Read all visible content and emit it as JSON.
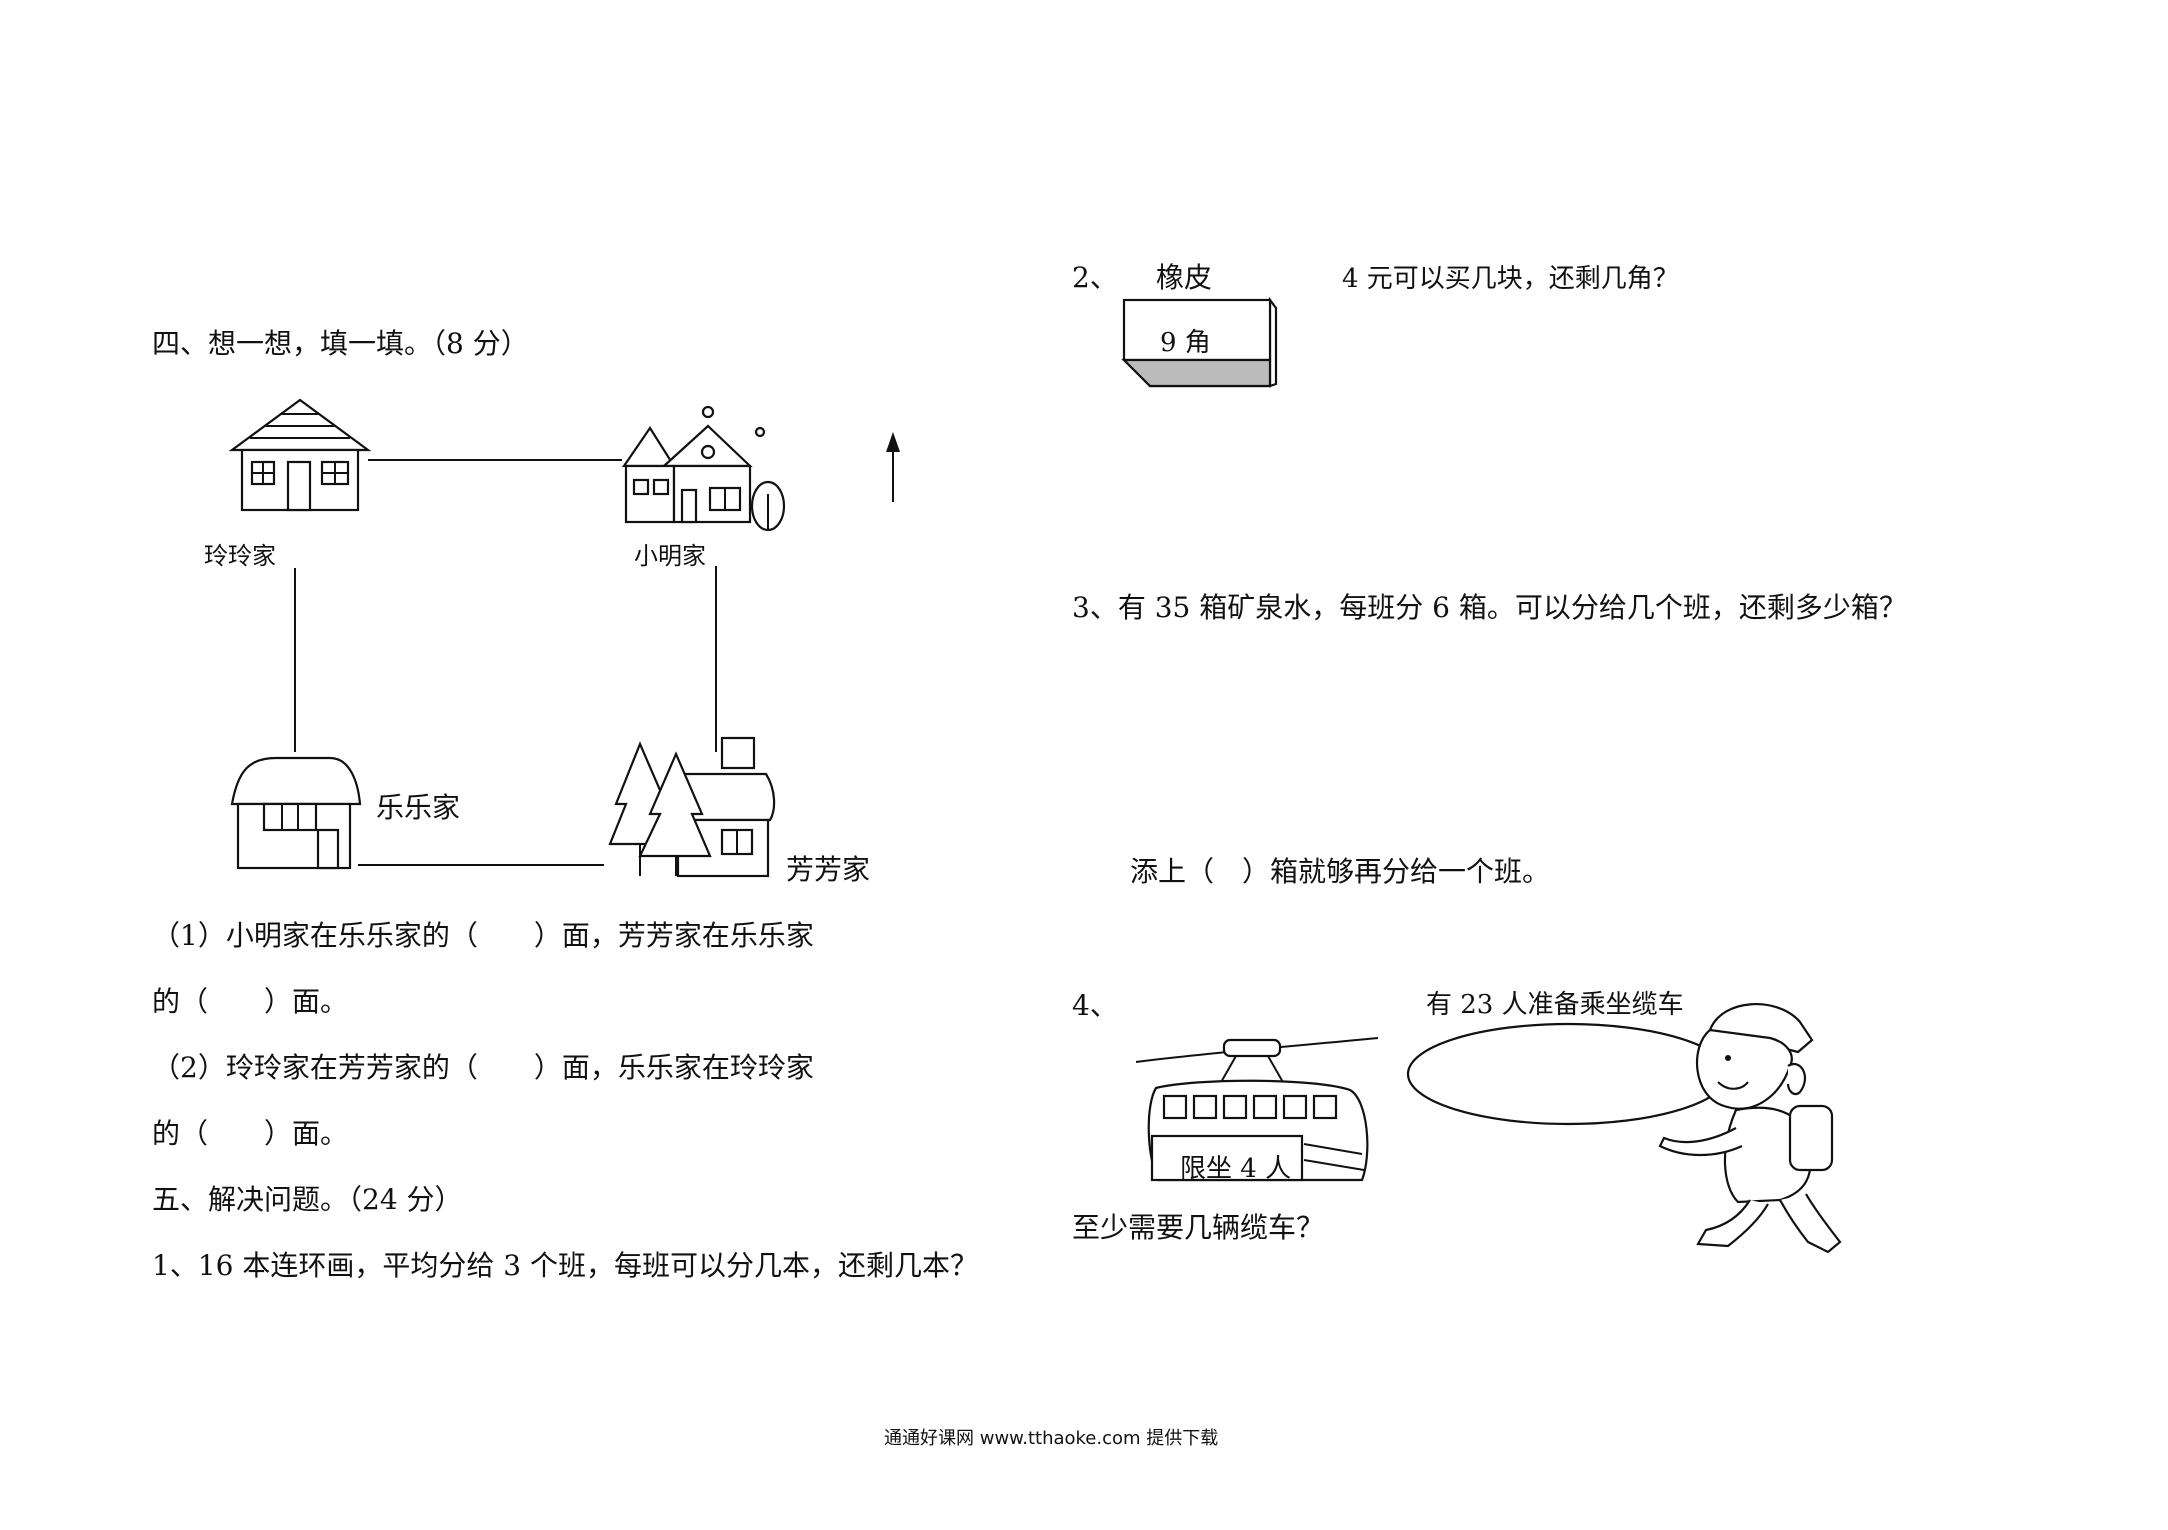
{
  "left": {
    "section4_title": "四、想一想，填一填。（8 分）",
    "map": {
      "linglingjia": "玲玲家",
      "xiaomingjia": "小明家",
      "lelejia": "乐乐家",
      "fangfangjia": "芳芳家"
    },
    "q1_line1": "（1）小明家在乐乐家的（　　）面，芳芳家在乐乐家",
    "q1_line2": "的（　　）面。",
    "q2_line1": "（2）玲玲家在芳芳家的（　　）面，乐乐家在玲玲家",
    "q2_line2": "的（　　）面。",
    "section5_title": "五、解决问题。（24 分）",
    "p1": "1、16 本连环画，平均分给 3 个班，每班可以分几本，还剩几本？"
  },
  "right": {
    "p2_num": "2、",
    "p2_item": "橡皮",
    "p2_price": "9 角",
    "p2_question": "4 元可以买几块，还剩几角？",
    "p3_question": "3、有 35 箱矿泉水，每班分 6 箱。可以分给几个班，还剩多少箱？",
    "p3_fill": "添上（　）箱就够再分给一个班。",
    "p4_num": "4、",
    "p4_info": "有 23 人准备乘坐缆车",
    "p4_sign": "限坐 4 人",
    "p4_question": "至少需要几辆缆车？"
  },
  "footer": "通通好课网  www.tthaoke.com  提供下载"
}
